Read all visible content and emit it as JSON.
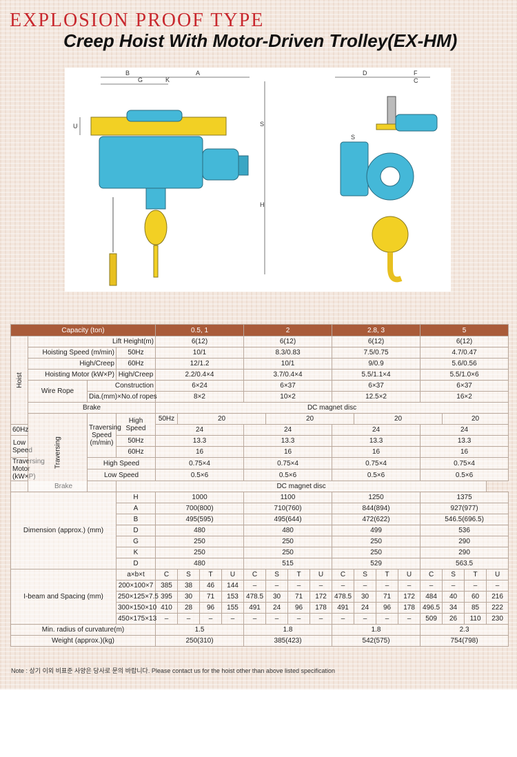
{
  "header": {
    "category": "EXPLOSION PROOF TYPE",
    "title": "Creep Hoist With Motor-Driven Trolley(EX-HM)"
  },
  "drawing": {
    "front_labels": [
      "B",
      "G",
      "K",
      "A",
      "U",
      "S",
      "H"
    ],
    "side_labels": [
      "D",
      "F",
      "C",
      "S"
    ]
  },
  "table": {
    "capacity_label": "Capacity (ton)",
    "capacities": [
      "0.5, 1",
      "2",
      "2.8, 3",
      "5"
    ],
    "hoist": {
      "group": "Hoist",
      "lift_label": "Lift Height(m)",
      "lift": [
        "6(12)",
        "6(12)",
        "6(12)",
        "6(12)"
      ],
      "speed_label_1": "Hoisting Speed (m/min)",
      "speed_label_2": "High/Creep",
      "hz50": "50Hz",
      "hz60": "60Hz",
      "speed50": [
        "10/1",
        "8.3/0.83",
        "7.5/0.75",
        "4.7/0.47"
      ],
      "speed60": [
        "12/1.2",
        "10/1",
        "9/0.9",
        "5.6/0.56"
      ],
      "motor_label": "Hoisting Motor (kW×P)",
      "motor_sub": "High/Creep",
      "motor": [
        "2.2/0.4×4",
        "3.7/0.4×4",
        "5.5/1.1×4",
        "5.5/1.0×6"
      ],
      "rope_label": "Wire Rope",
      "construction_label": "Construction",
      "construction": [
        "6×24",
        "6×37",
        "6×37",
        "6×37"
      ],
      "dia_label": "Dia.(mm)×No.of ropes",
      "dia": [
        "8×2",
        "10×2",
        "12.5×2",
        "16×2"
      ],
      "brake_label": "Brake",
      "brake": "DC magnet disc"
    },
    "traversing": {
      "group": "Traversing",
      "speed_label": "Traversing Speed (m/min)",
      "high_label": "High Speed",
      "low_label": "Low Speed",
      "hz50": "50Hz",
      "hz60": "60Hz",
      "high50": [
        "20",
        "20",
        "20",
        "20"
      ],
      "high60": [
        "24",
        "24",
        "24",
        "24"
      ],
      "low50": [
        "13.3",
        "13.3",
        "13.3",
        "13.3"
      ],
      "low60": [
        "16",
        "16",
        "16",
        "16"
      ],
      "motor_label": "Traversing Motor (kW×P)",
      "motor_high_label": "High Speed",
      "motor_low_label": "Low Speed",
      "motor_high": [
        "0.75×4",
        "0.75×4",
        "0.75×4",
        "0.75×4"
      ],
      "motor_low": [
        "0.5×6",
        "0.5×6",
        "0.5×6",
        "0.5×6"
      ],
      "brake_label": "Brake",
      "brake": "DC magnet disc"
    },
    "dimension": {
      "label": "Dimension (approx.) (mm)",
      "rows": [
        {
          "key": "H",
          "values": [
            "1000",
            "1100",
            "1250",
            "1375"
          ]
        },
        {
          "key": "A",
          "values": [
            "700(800)",
            "710(760)",
            "844(894)",
            "927(977)"
          ]
        },
        {
          "key": "B",
          "values": [
            "495(595)",
            "495(644)",
            "472(622)",
            "546.5(696.5)"
          ]
        },
        {
          "key": "D",
          "values": [
            "480",
            "480",
            "499",
            "536"
          ]
        },
        {
          "key": "G",
          "values": [
            "250",
            "250",
            "250",
            "290"
          ]
        },
        {
          "key": "K",
          "values": [
            "250",
            "250",
            "250",
            "290"
          ]
        },
        {
          "key": "D",
          "values": [
            "480",
            "515",
            "529",
            "563.5"
          ]
        }
      ]
    },
    "ibeam": {
      "label": "I-beam and Spacing (mm)",
      "head_key": "a×b×t",
      "cols": [
        "C",
        "S",
        "T",
        "U"
      ],
      "rows": [
        {
          "key": "200×100×7",
          "values": [
            "385",
            "38",
            "46",
            "144",
            "–",
            "–",
            "–",
            "–",
            "–",
            "–",
            "–",
            "–",
            "–",
            "–",
            "–",
            "–"
          ]
        },
        {
          "key": "250×125×7.5",
          "values": [
            "395",
            "30",
            "71",
            "153",
            "478.5",
            "30",
            "71",
            "172",
            "478.5",
            "30",
            "71",
            "172",
            "484",
            "40",
            "60",
            "216"
          ]
        },
        {
          "key": "300×150×10",
          "values": [
            "410",
            "28",
            "96",
            "155",
            "491",
            "24",
            "96",
            "178",
            "491",
            "24",
            "96",
            "178",
            "496.5",
            "34",
            "85",
            "222"
          ]
        },
        {
          "key": "450×175×13",
          "values": [
            "–",
            "–",
            "–",
            "–",
            "–",
            "–",
            "–",
            "–",
            "–",
            "–",
            "–",
            "–",
            "509",
            "26",
            "110",
            "230"
          ]
        }
      ]
    },
    "min_radius_label": "Min. radius of curvature(m)",
    "min_radius": [
      "1.5",
      "1.8",
      "1.8",
      "2.3"
    ],
    "weight_label": "Weight (approx.)(kg)",
    "weight": [
      "250(310)",
      "385(423)",
      "542(575)",
      "754(798)"
    ]
  },
  "note": "Note : 상기 이외 비표준 사양은 당사로 문의 바랍니다. Please contact us for the hoist other than above listed specification",
  "colors": {
    "header_bg": "#a95b39",
    "title_red": "#c8282e",
    "hoist_blue": "#44b8d8",
    "beam_yellow": "#f2d024"
  }
}
